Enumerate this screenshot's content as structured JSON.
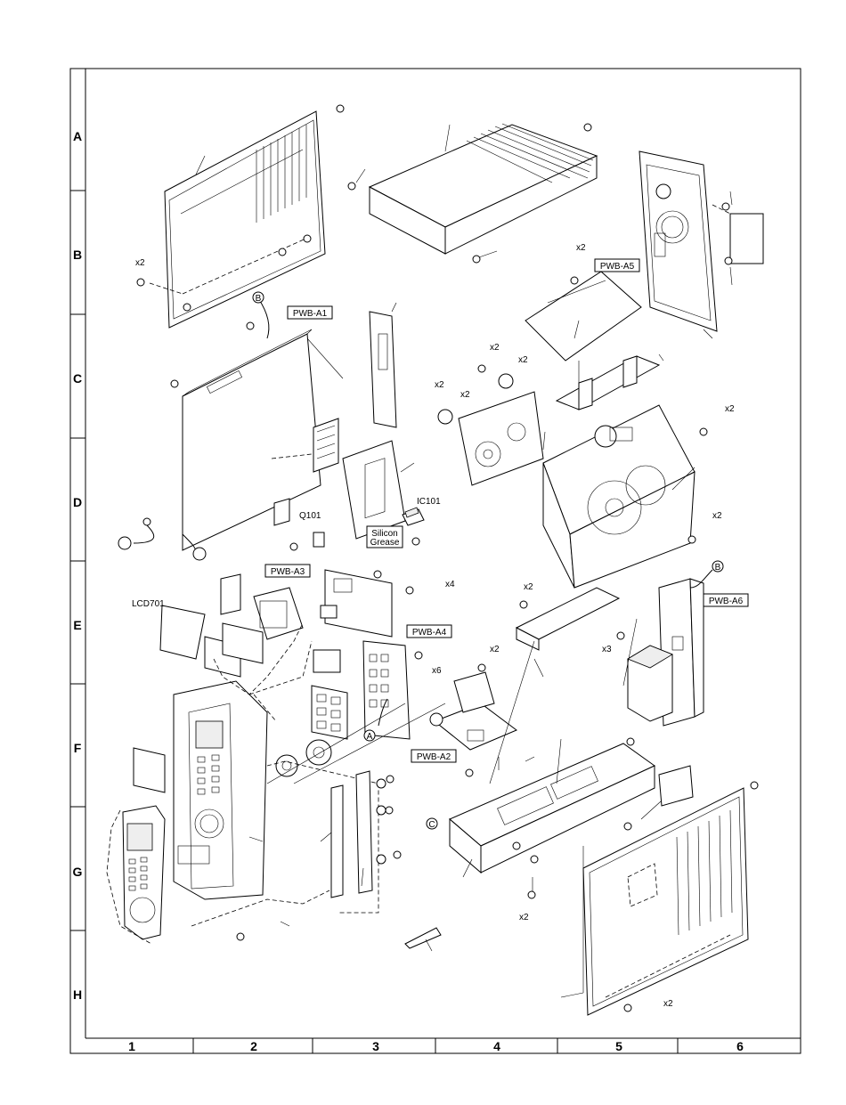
{
  "grid": {
    "rows": [
      "A",
      "B",
      "C",
      "D",
      "E",
      "F",
      "G",
      "H"
    ],
    "columns": [
      "1",
      "2",
      "3",
      "4",
      "5",
      "6"
    ]
  },
  "boxed_labels": [
    "PWB-A1",
    "PWB-A2",
    "PWB-A3",
    "PWB-A4",
    "PWB-A5",
    "PWB-A6"
  ],
  "text_labels": {
    "lcd": "LCD701",
    "q101": "Q101",
    "ic101": "IC101",
    "silicon_grease": "Silicon\nGrease",
    "silicon": "Silicon",
    "grease": "Grease"
  },
  "circled_refs": [
    "A",
    "B",
    "C"
  ],
  "quantities": [
    "x2",
    "x3",
    "x4",
    "x6"
  ]
}
